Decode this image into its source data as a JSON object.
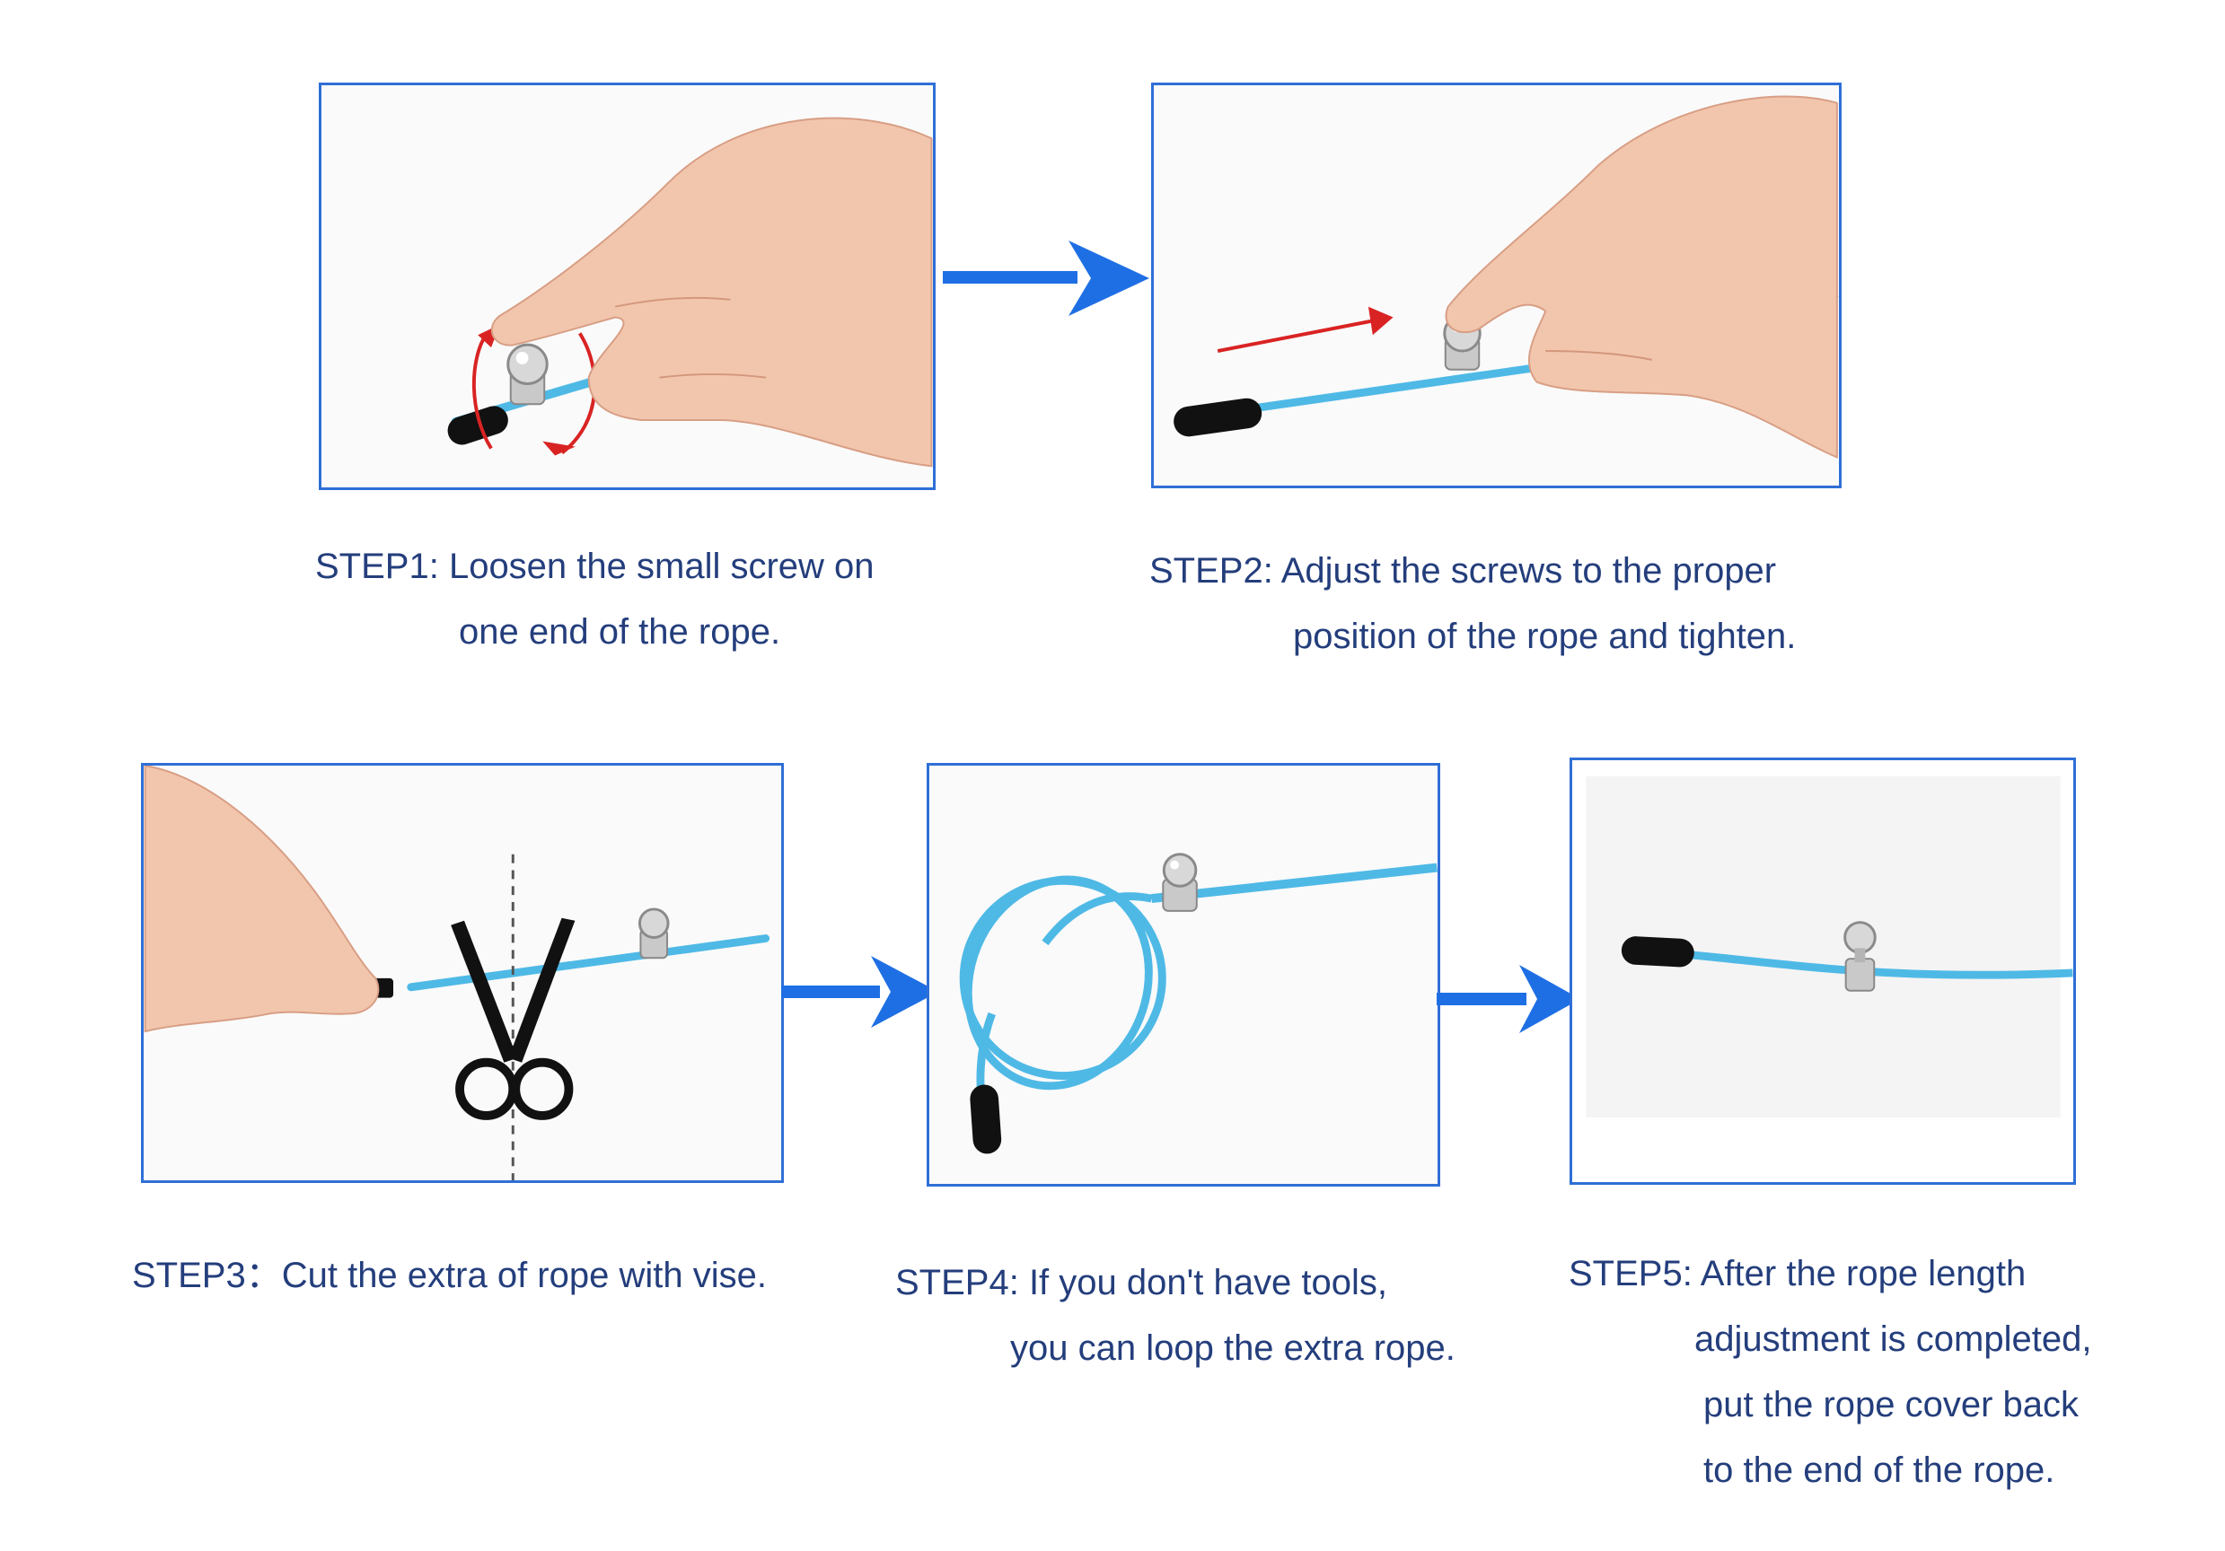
{
  "accent_color": "#2f6fd6",
  "text_color": "#243e7c",
  "rope_color": "#4fb9e6",
  "steps": [
    {
      "id": "step1",
      "lines": [
        "STEP1: Loosen the small screw on",
        "one end of the rope."
      ]
    },
    {
      "id": "step2",
      "lines": [
        "STEP2: Adjust the screws to the proper",
        "position of the rope and tighten."
      ]
    },
    {
      "id": "step3",
      "lines": [
        "STEP3：Cut the extra of rope with vise."
      ]
    },
    {
      "id": "step4",
      "lines": [
        "STEP4: If you don't have tools,",
        "you can loop the extra rope."
      ]
    },
    {
      "id": "step5",
      "lines": [
        "STEP5: After the rope length",
        "adjustment is completed,",
        "put the rope cover back",
        "to the end of the rope."
      ]
    }
  ],
  "icons": [
    "hand-icon",
    "screw-icon",
    "rope-cap-icon",
    "rotate-arrows-icon",
    "push-arrow-icon",
    "scissors-icon",
    "cut-line-icon",
    "looped-rope-icon",
    "flow-arrow-icon"
  ]
}
